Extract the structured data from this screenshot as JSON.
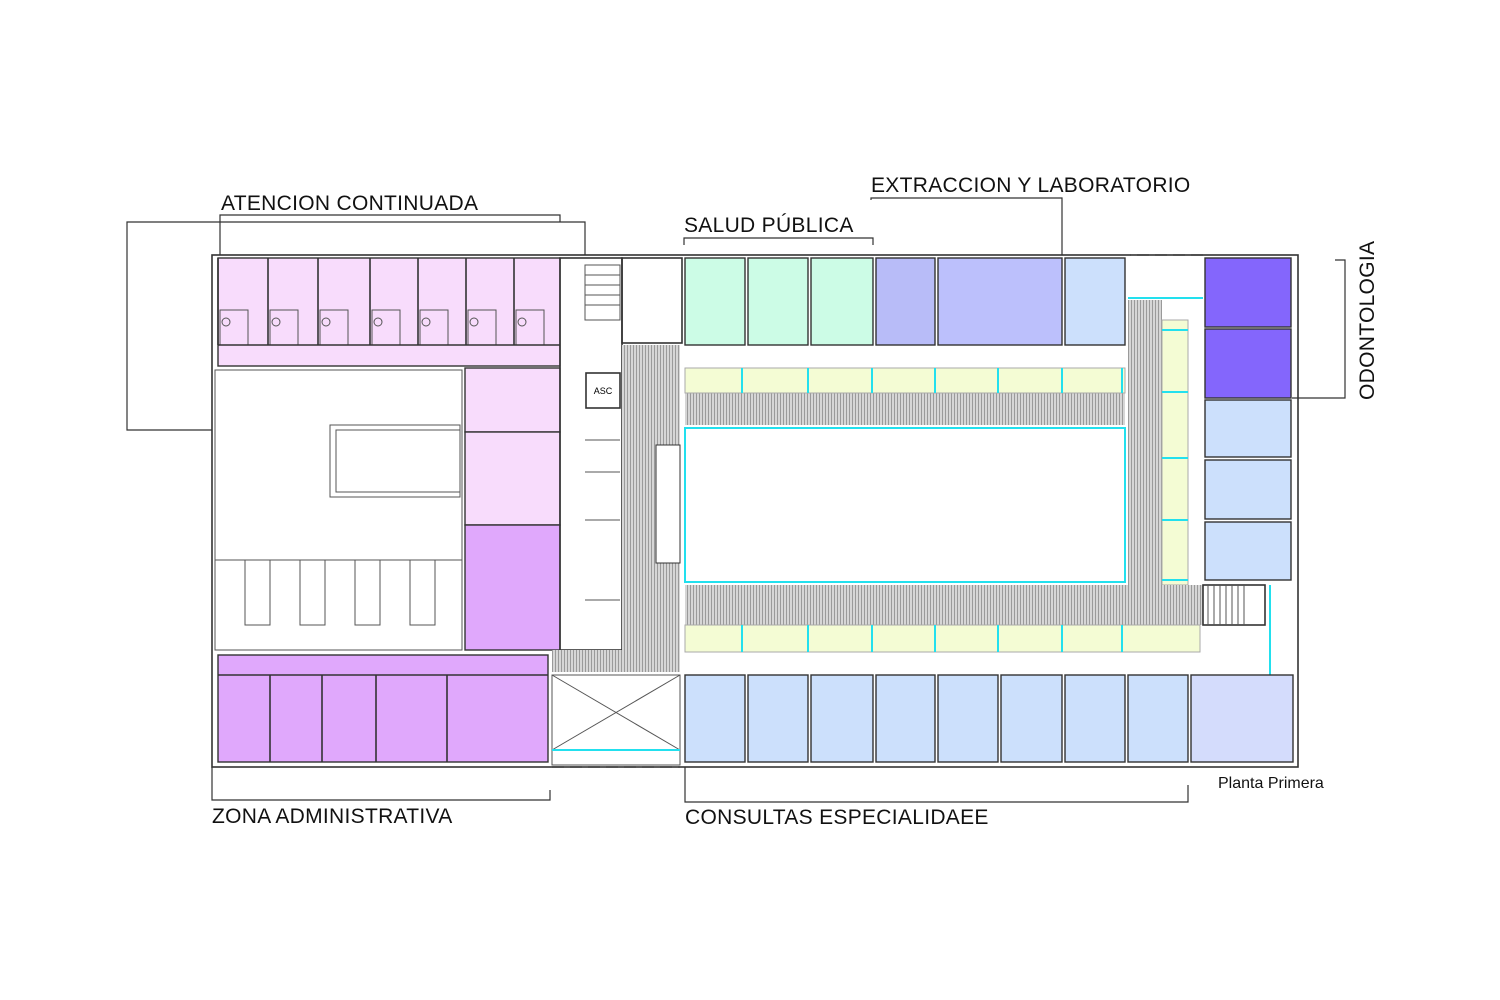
{
  "title": "Planta Primera",
  "zones": {
    "atencion_continuada": "ATENCION CONTINUADA",
    "salud_publica": "SALUD PÚBLICA",
    "extraccion_laboratorio": "EXTRACCION Y LABORATORIO",
    "odontologia": "ODONTOLOGIA",
    "zona_administrativa": "ZONA ADMINISTRATIVA",
    "consultas_especialidades": "CONSULTAS ESPECIALIDAEE"
  },
  "elevator_label": "ASC",
  "colors": {
    "atencion_continuada": "#f8dcfc",
    "administrativa": "#e0a8fc",
    "salud_publica": "#ccfce6",
    "extraccion": "#b8bcf8",
    "laboratorio": "#bcc0fc",
    "consultas": "#cce0fc",
    "odontologia": "#8466fc",
    "circulation_glazed": "#f4fcd4",
    "corridor": "#c8c8c8",
    "glazing": "#22e0ee"
  }
}
